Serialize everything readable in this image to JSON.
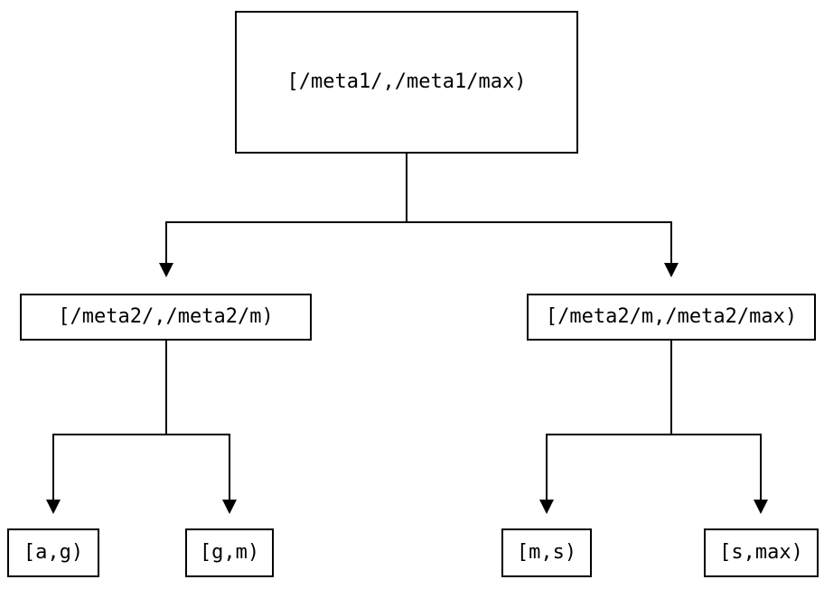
{
  "diagram": {
    "type": "tree",
    "background_color": "#ffffff",
    "line_color": "#000000",
    "box_border_color": "#000000",
    "text_color": "#000000",
    "icons": {
      "arrowhead_down": "▼"
    },
    "nodes": {
      "root": {
        "label": "[/meta1/,/meta1/max)"
      },
      "mid_left": {
        "label": "[/meta2/,/meta2/m)"
      },
      "mid_right": {
        "label": "[/meta2/m,/meta2/max)"
      },
      "leaf_a_g": {
        "label": "[a,g)"
      },
      "leaf_g_m": {
        "label": "[g,m)"
      },
      "leaf_m_s": {
        "label": "[m,s)"
      },
      "leaf_s_max": {
        "label": "[s,max)"
      }
    },
    "edges": [
      {
        "from": "root",
        "to": "mid_left"
      },
      {
        "from": "root",
        "to": "mid_right"
      },
      {
        "from": "mid_left",
        "to": "leaf_a_g"
      },
      {
        "from": "mid_left",
        "to": "leaf_g_m"
      },
      {
        "from": "mid_right",
        "to": "leaf_m_s"
      },
      {
        "from": "mid_right",
        "to": "leaf_s_max"
      }
    ]
  }
}
